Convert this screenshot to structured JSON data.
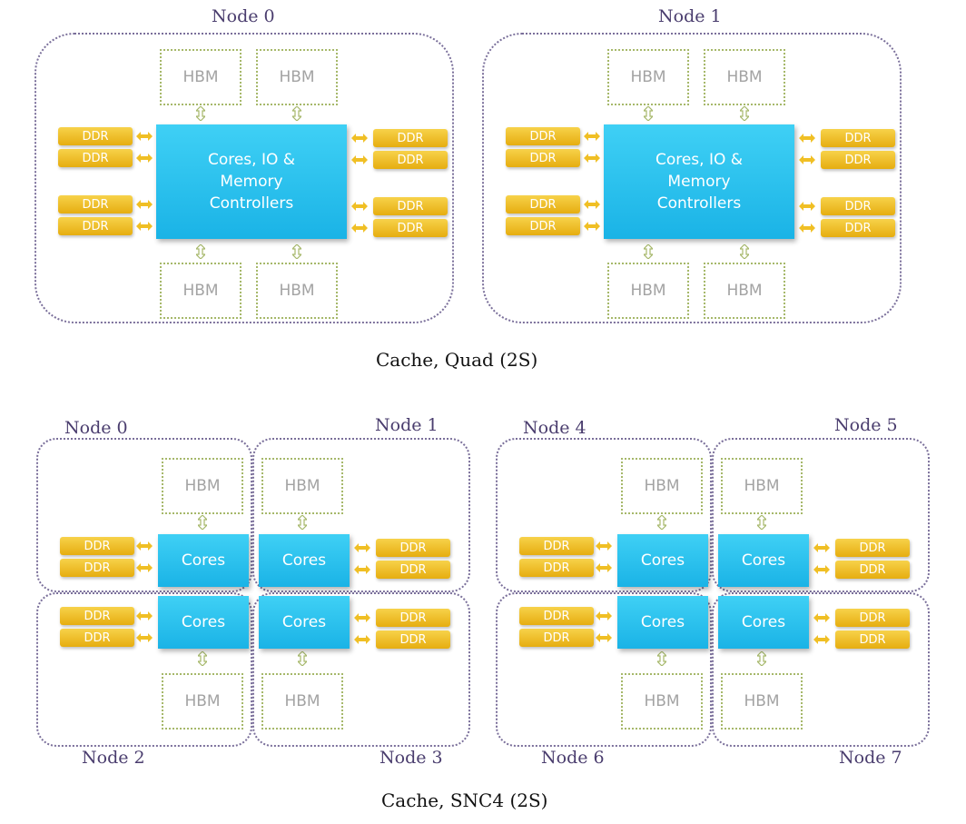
{
  "quad": {
    "nodes": [
      {
        "label": "Node 0"
      },
      {
        "label": "Node 1"
      }
    ],
    "core_label": "Cores, IO &\nMemory\nControllers",
    "hbm_label": "HBM",
    "ddr_label": "DDR",
    "caption": "Cache, Quad (2S)"
  },
  "snc4": {
    "nodes": [
      "Node 0",
      "Node 1",
      "Node 2",
      "Node 3",
      "Node 4",
      "Node 5",
      "Node 6",
      "Node 7"
    ],
    "core_label": "Cores",
    "hbm_label": "HBM",
    "ddr_label": "DDR",
    "caption": "Cache, SNC4 (2S)"
  },
  "colors": {
    "core": "#1ab3e6",
    "ddr": "#f0bf24",
    "hbm_border": "#a6b86a",
    "region_border": "#7a6f9a",
    "arrow": "#f0bf24"
  }
}
